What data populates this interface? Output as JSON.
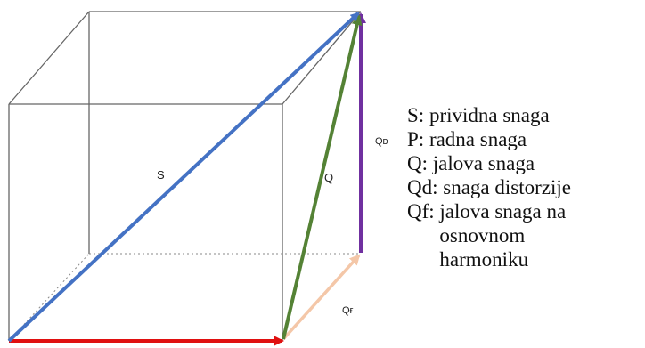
{
  "diagram": {
    "vector_labels": {
      "S": "S",
      "Q": "Q",
      "Qd": "Qᴅ",
      "Qf": "Qғ"
    },
    "colors": {
      "S": "#4472c4",
      "P": "#e01010",
      "Q": "#548235",
      "Qd": "#7030a0",
      "Qf": "#f4c7a8",
      "cube_edge": "#666666",
      "hidden_edge": "#888888"
    }
  },
  "legend": {
    "items": [
      {
        "symbol": "S:",
        "text": "prividna snaga"
      },
      {
        "symbol": "P:",
        "text": "radna snaga"
      },
      {
        "symbol": "Q:",
        "text": "jalova snaga"
      },
      {
        "symbol": "Qd:",
        "text": "snaga distorzije"
      },
      {
        "symbol": "Qf:",
        "text": "jalova snaga na osnovnom harmoniku"
      }
    ]
  }
}
